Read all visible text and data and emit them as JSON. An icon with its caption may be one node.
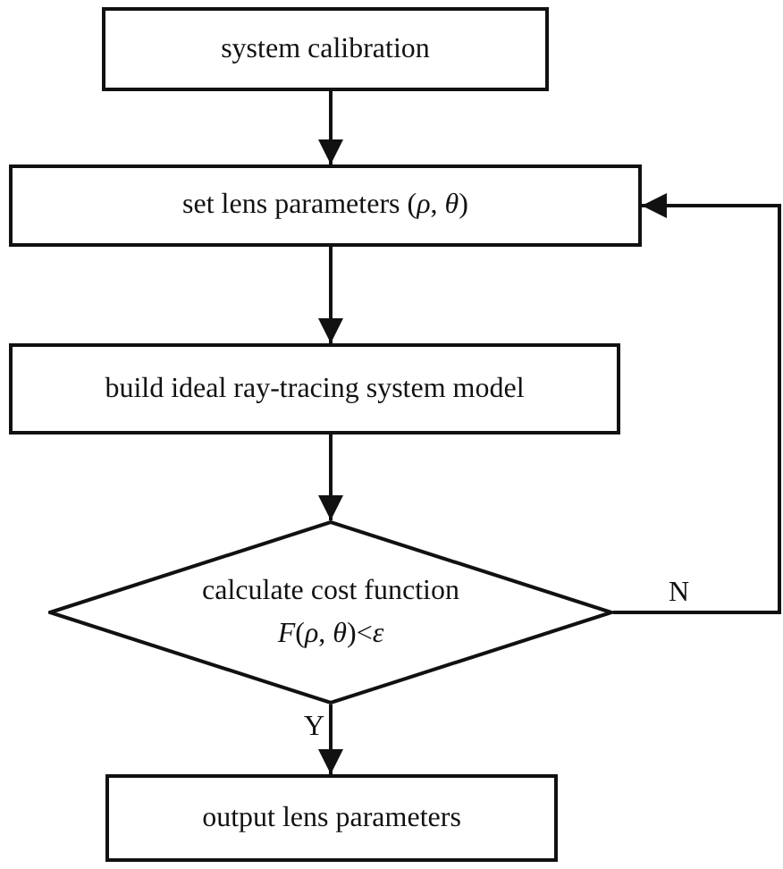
{
  "diagram": {
    "nodes": [
      {
        "text": [
          "system calibration"
        ]
      },
      {
        "text": [
          "set lens parameters (*ρ*, *θ*)"
        ]
      },
      {
        "text": [
          "build ideal ray-tracing system model"
        ]
      },
      {
        "text": [
          "calculate cost function",
          "*F*(*ρ*, *θ*)<*ε*"
        ]
      },
      {
        "text": [
          "output lens parameters"
        ]
      }
    ],
    "edges": [
      {
        "from": 0,
        "to": 1,
        "arrow": "to"
      },
      {
        "from": 1,
        "to": 2,
        "arrow": "to"
      },
      {
        "from": 2,
        "to": 3,
        "arrow": "to"
      },
      {
        "from": 3,
        "to": 4,
        "arrow": "to",
        "label": "Y"
      },
      {
        "from": 3,
        "to": 1,
        "arrow": "to",
        "label": "N"
      }
    ]
  }
}
